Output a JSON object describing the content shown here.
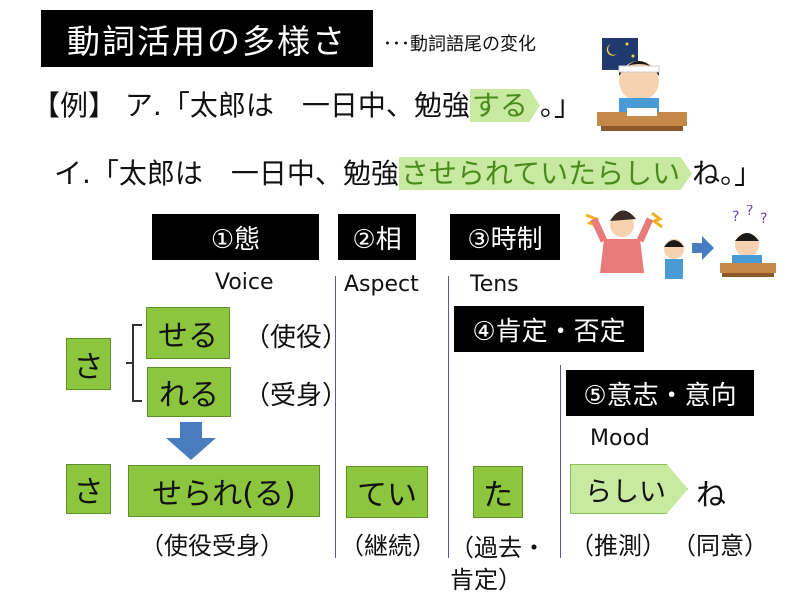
{
  "title": "動詞活用の多様さ",
  "subtitle": "･･･動詞語尾の変化",
  "example": {
    "label": "【例】",
    "a_prefix": "ア.「太郎は　一日中、勉強",
    "a_highlight": "する",
    "a_suffix": "。」",
    "b_prefix": "イ.「太郎は　一日中、勉強",
    "b_highlight": "させられていたらしい",
    "b_suffix": "ね。」"
  },
  "categories": [
    {
      "label": "①態",
      "english": "Voice"
    },
    {
      "label": "②相",
      "english": "Aspect"
    },
    {
      "label": "③時制",
      "english": "Tens"
    },
    {
      "label": "④肯定・否定",
      "english": ""
    },
    {
      "label": "⑤意志・意向",
      "english": "Mood"
    }
  ],
  "voice": {
    "stem": "さ",
    "causative": "せる",
    "causative_note": "（使役）",
    "passive": "れる",
    "passive_note": "（受身）"
  },
  "result_row": {
    "stem": "さ",
    "voice": "せられ(る)",
    "voice_note": "（使役受身）",
    "aspect": "てい",
    "aspect_note": "（継続）",
    "tense": "た",
    "tense_note_1": "（過去・",
    "tense_note_2": "肯定）",
    "mood": "らしい",
    "mood_note": "（推測）",
    "particle": "ね",
    "particle_note": "（同意）"
  },
  "colors": {
    "green": "#8cc63f",
    "light_green": "#c8e9a0",
    "arrow_blue": "#4a7cc0"
  }
}
